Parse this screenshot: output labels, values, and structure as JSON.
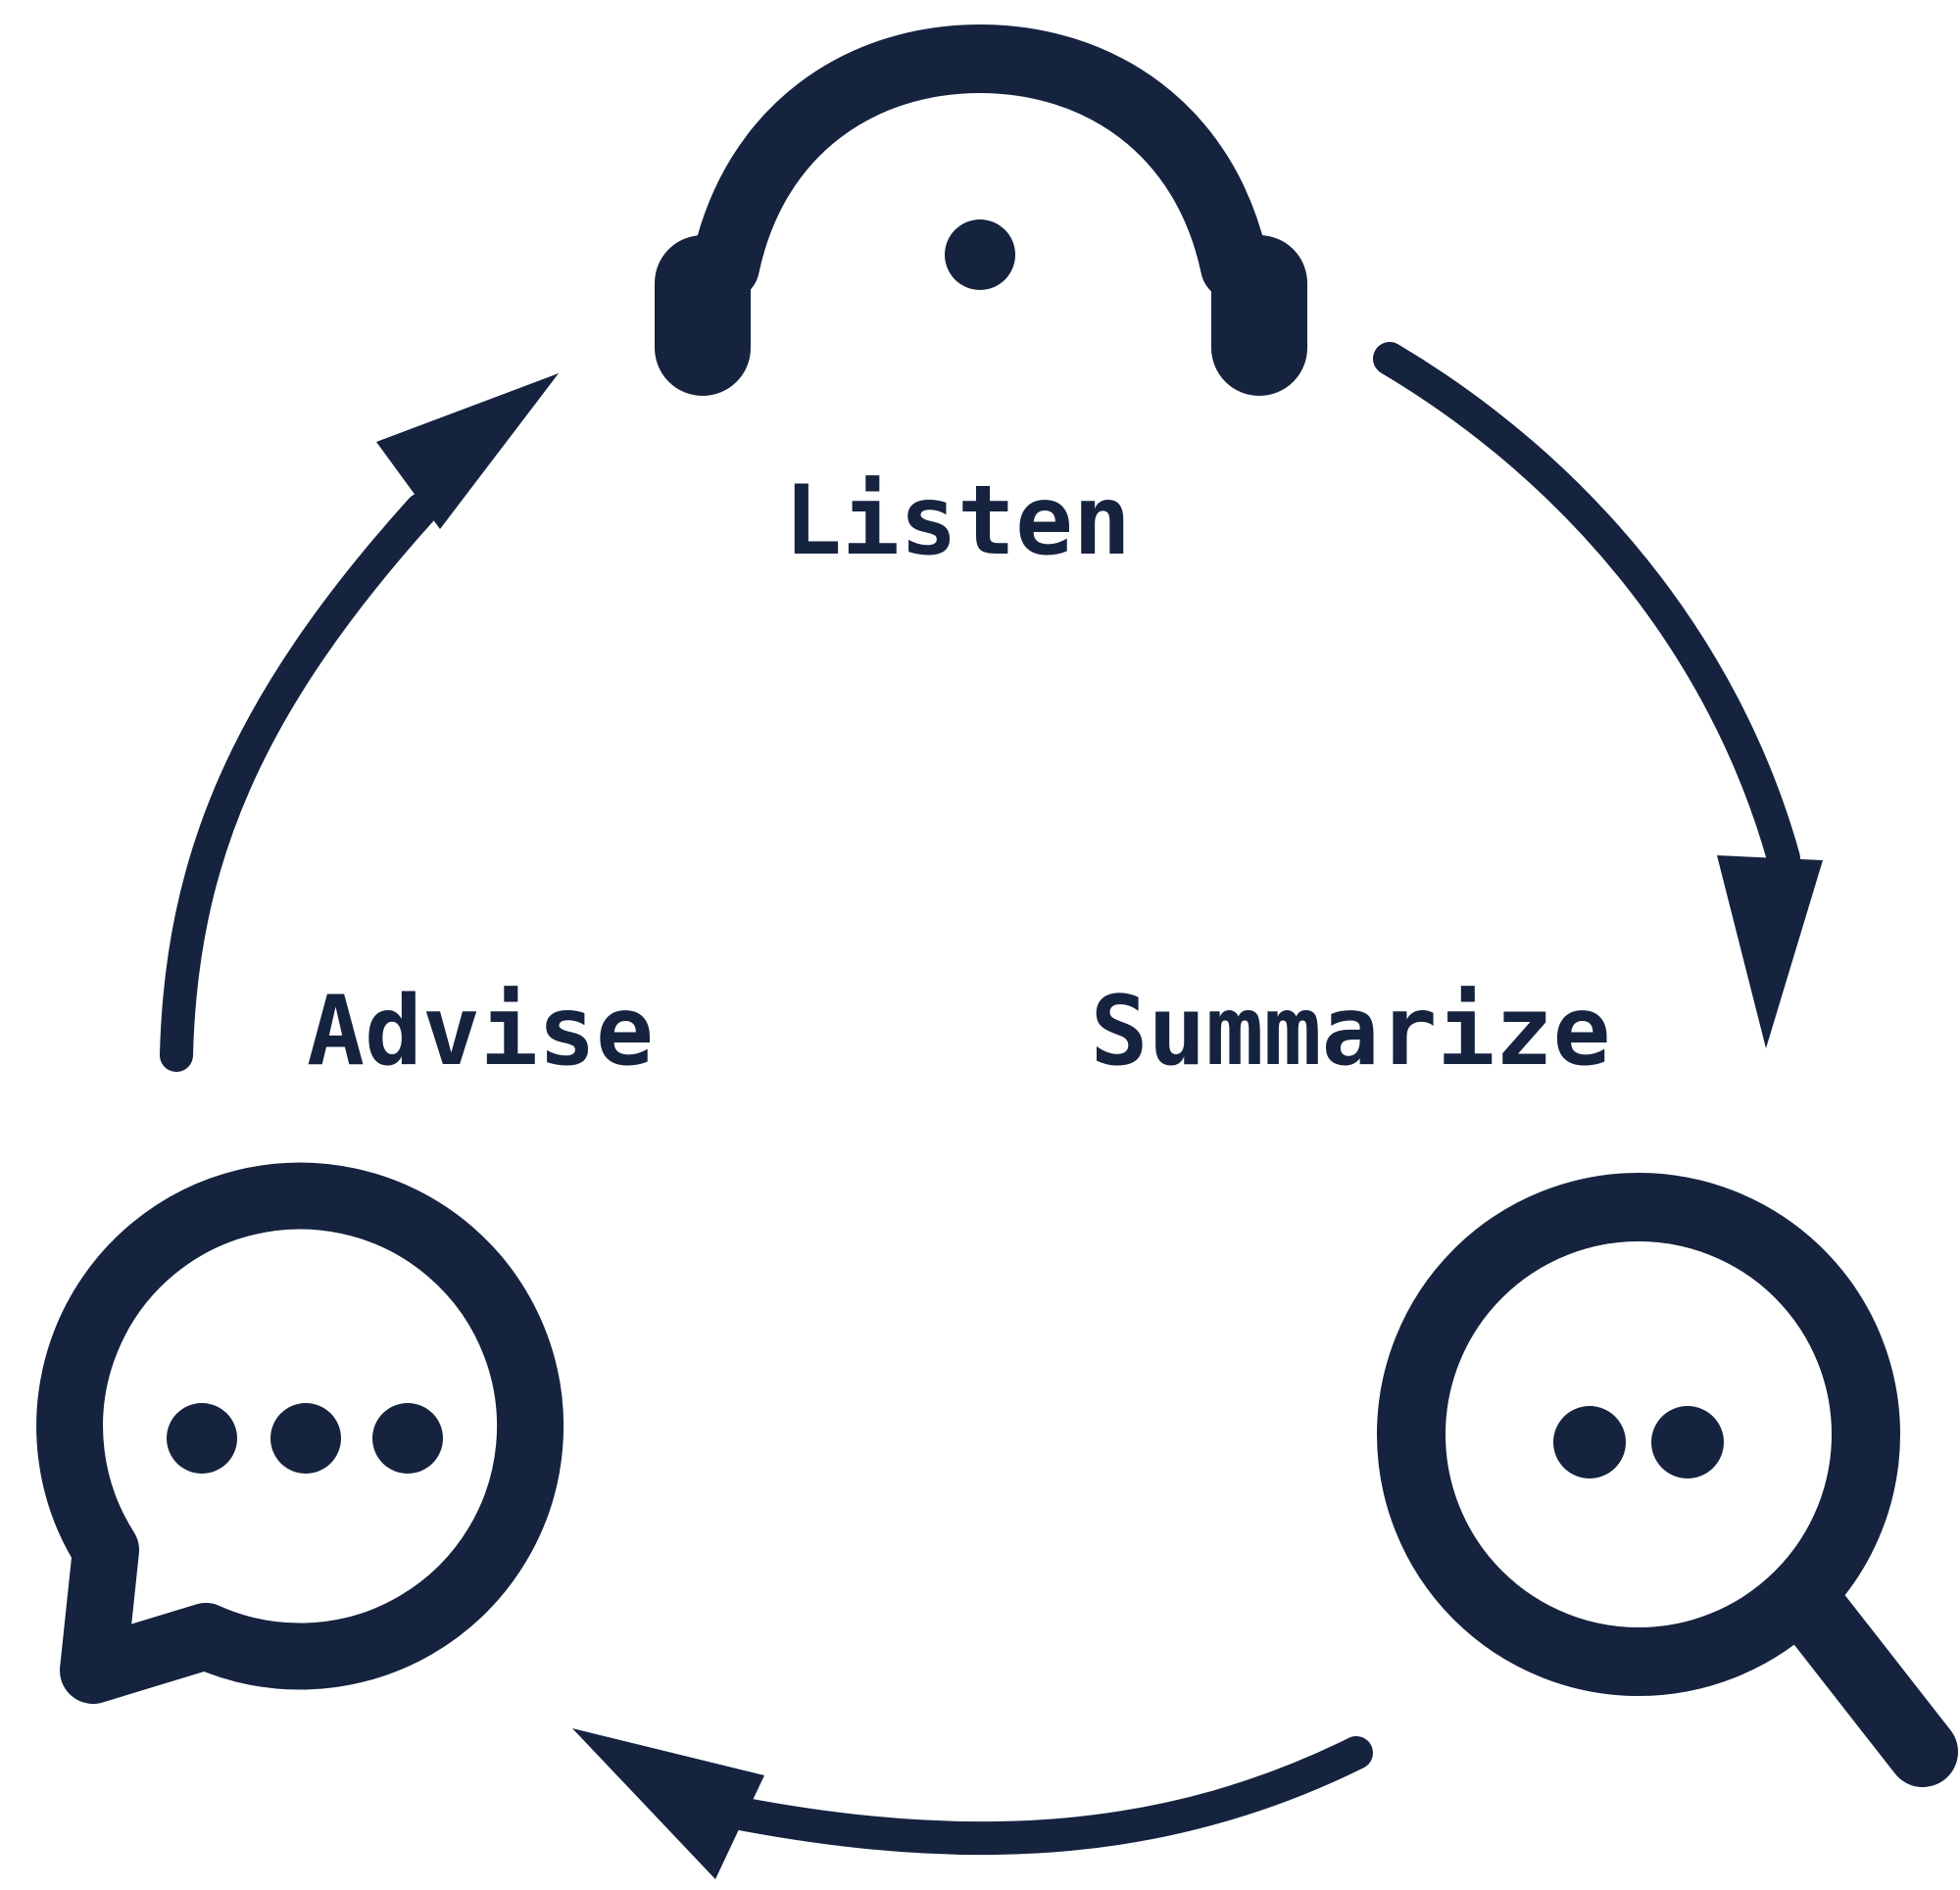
{
  "colors": {
    "ink": "#15233f",
    "background": "#ffffff"
  },
  "stages": [
    {
      "label": "Listen",
      "icon": "headphones-icon"
    },
    {
      "label": "Summarize",
      "icon": "magnifier-icon"
    },
    {
      "label": "Advise",
      "icon": "speech-bubble-icon"
    }
  ],
  "cycle": {
    "arrows": [
      {
        "from": "Listen",
        "to": "Summarize",
        "icon": "arrow-right-curve"
      },
      {
        "from": "Summarize",
        "to": "Advise",
        "icon": "arrow-bottom-curve"
      },
      {
        "from": "Advise",
        "to": "Listen",
        "icon": "arrow-left-curve"
      }
    ]
  }
}
